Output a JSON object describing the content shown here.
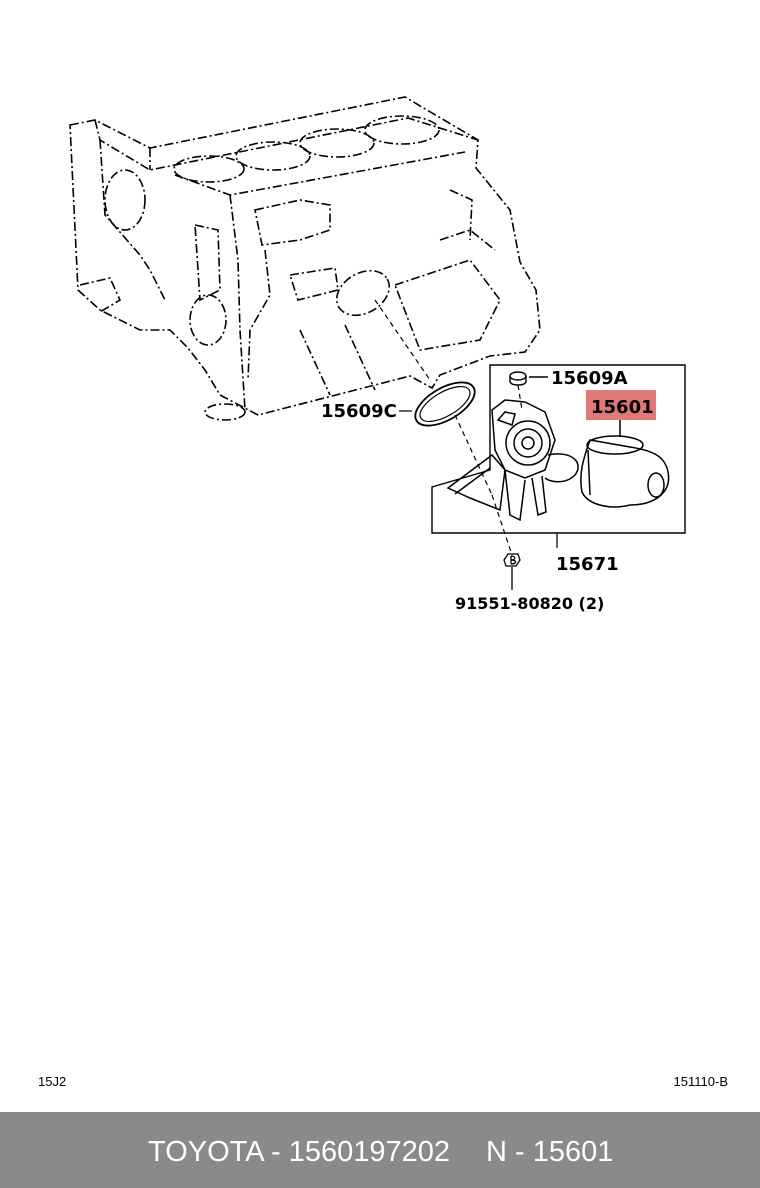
{
  "labels": {
    "part_15609a": "15609A",
    "part_15609c": "15609C",
    "part_15601": "15601",
    "part_15671": "15671",
    "part_bolt": "91551-80820 (2)"
  },
  "corner": {
    "left": "15J2",
    "right": "151110-B"
  },
  "footer": {
    "brand_and_number": "TOYOTA - 1560197202",
    "part_code": "N - 15601"
  },
  "colors": {
    "highlight": "#e07a7a",
    "footer_bg": "#8a8a8a"
  }
}
